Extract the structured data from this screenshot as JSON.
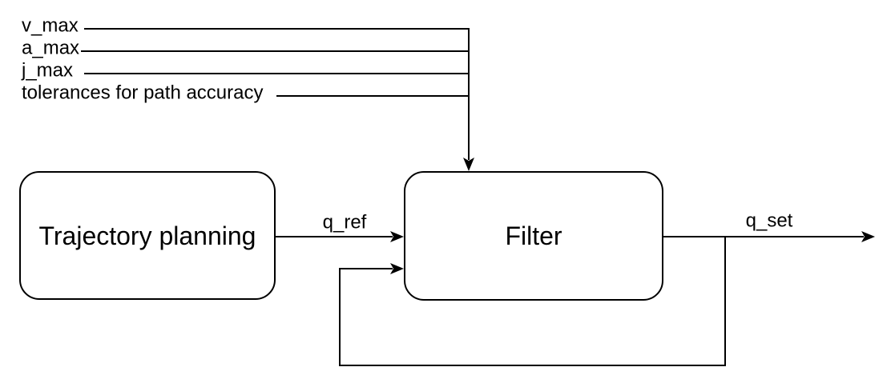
{
  "diagram": {
    "background_color": "#ffffff",
    "stroke_color": "#000000",
    "blocks": [
      {
        "id": "trajectory-planning",
        "label": "Trajectory planning"
      },
      {
        "id": "filter",
        "label": "Filter"
      }
    ],
    "parameter_inputs": [
      {
        "label": "v_max"
      },
      {
        "label": "a_max"
      },
      {
        "label": "j_max"
      },
      {
        "label": "tolerances for path accuracy"
      }
    ],
    "signals": [
      {
        "label": "q_ref",
        "from": "trajectory-planning",
        "to": "filter"
      },
      {
        "label": "q_set",
        "from": "filter",
        "to": "output"
      }
    ],
    "edges": [
      {
        "id": "parameters-into-filter",
        "type": "merged-arrow-into-filter-top"
      },
      {
        "id": "qref-arrow",
        "type": "arrow"
      },
      {
        "id": "qset-arrow",
        "type": "arrow"
      },
      {
        "id": "feedback-loop",
        "type": "feedback-from-qset-into-filter"
      }
    ]
  }
}
